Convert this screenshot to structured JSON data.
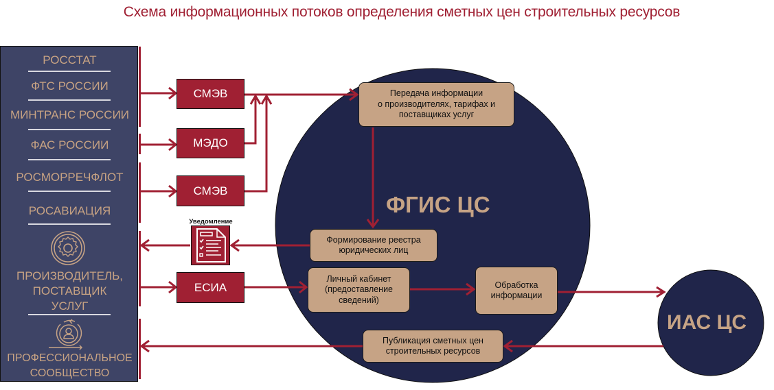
{
  "title": "Схема информационных  потоков определения  сметных цен строительных ресурсов",
  "colors": {
    "accent_red": "#a02033",
    "panel_navy": "#3e4466",
    "circle_navy": "#20254a",
    "tan": "#c6a385",
    "separator": "#d9d9e0"
  },
  "sources": {
    "rosstat": "РОССТАТ",
    "fts": "ФТС РОССИИ",
    "mintrans": "МИНТРАНС РОССИИ",
    "fas": "ФАС РОССИИ",
    "rosmorrechflot": "РОСМОРРЕЧФЛОТ",
    "rosaviatsiya": "РОСАВИАЦИЯ",
    "producer_line1": "ПРОИЗВОДИТЕЛЬ,",
    "producer_line2": "ПОСТАВЩИК",
    "producer_line3": "УСЛУГ",
    "community_line1": "ПРОФЕССИОНАЛЬНОЕ",
    "community_line2": "СООБЩЕСТВО",
    "producer_icon": "gear-circle-icon",
    "community_icon": "user-cycle-icon"
  },
  "channels": {
    "smev1": "СМЭВ",
    "medo": "МЭДО",
    "smev2": "СМЭВ",
    "esia": "ЕСИА",
    "notice_label": "Уведомление",
    "notice_icon": "document-checklist-icon"
  },
  "fgis": {
    "name": "ФГИС ЦС",
    "transfer_line1": "Передача  информации",
    "transfer_line2": "о производителях,  тарифах  и",
    "transfer_line3": "поставщиках услуг",
    "registry_line1": "Формирование  реестра",
    "registry_line2": "юридических  лиц",
    "cabinet_line1": "Личный кабинет",
    "cabinet_line2": "(предоставление",
    "cabinet_line3": "сведений)",
    "processing_line1": "Обработка",
    "processing_line2": "информации",
    "publication_line1": "Публикация  сметных цен",
    "publication_line2": "строительных   ресурсов"
  },
  "ias": {
    "name": "ИАС ЦС"
  }
}
